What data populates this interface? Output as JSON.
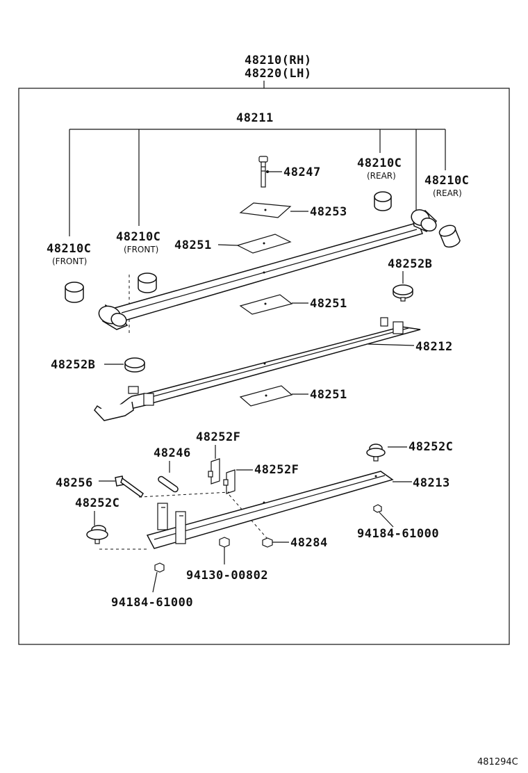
{
  "header": {
    "assembly_rh": "48210(RH)",
    "assembly_lh": "48220(LH)"
  },
  "labels": {
    "leaf_no1": "48211",
    "bolt_center": "48247",
    "plate_top": "48253",
    "bushing_rear_upper": "48210C",
    "bushing_rear_upper_sub": "(REAR)",
    "bushing_rear_lower": "48210C",
    "bushing_rear_lower_sub": "(REAR)",
    "bushing_front_left": "48210C",
    "bushing_front_left_sub": "(FRONT)",
    "bushing_front_mid": "48210C",
    "bushing_front_mid_sub": "(FRONT)",
    "insert_upper": "48251",
    "insert_middle": "48251",
    "insert_lower": "48251",
    "bumper_right": "48252B",
    "bumper_left": "48252B",
    "leaf_no2": "48212",
    "clip_left": "48252F",
    "clip_right": "48252F",
    "pin": "48246",
    "bumper_c_right": "48252C",
    "bumper_c_left": "48252C",
    "bolt_clip": "48256",
    "leaf_no3": "48213",
    "nut_right": "94184-61000",
    "nut_left": "94184-61000",
    "nut_center": "94130-00802",
    "nut_48284": "48284"
  },
  "footer": {
    "illustration_code": "481294C"
  }
}
